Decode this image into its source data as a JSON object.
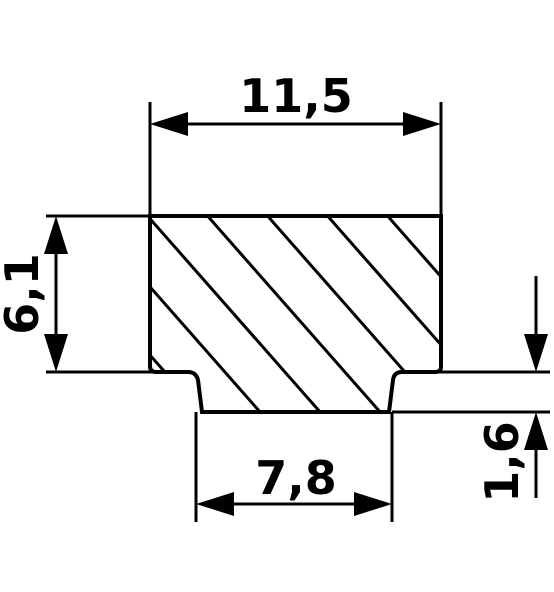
{
  "dimensions": {
    "top_width": "11,5",
    "bottom_width": "7,8",
    "height": "6,1",
    "step_height": "1,6"
  },
  "colors": {
    "stroke": "#000000",
    "background": "#ffffff"
  }
}
